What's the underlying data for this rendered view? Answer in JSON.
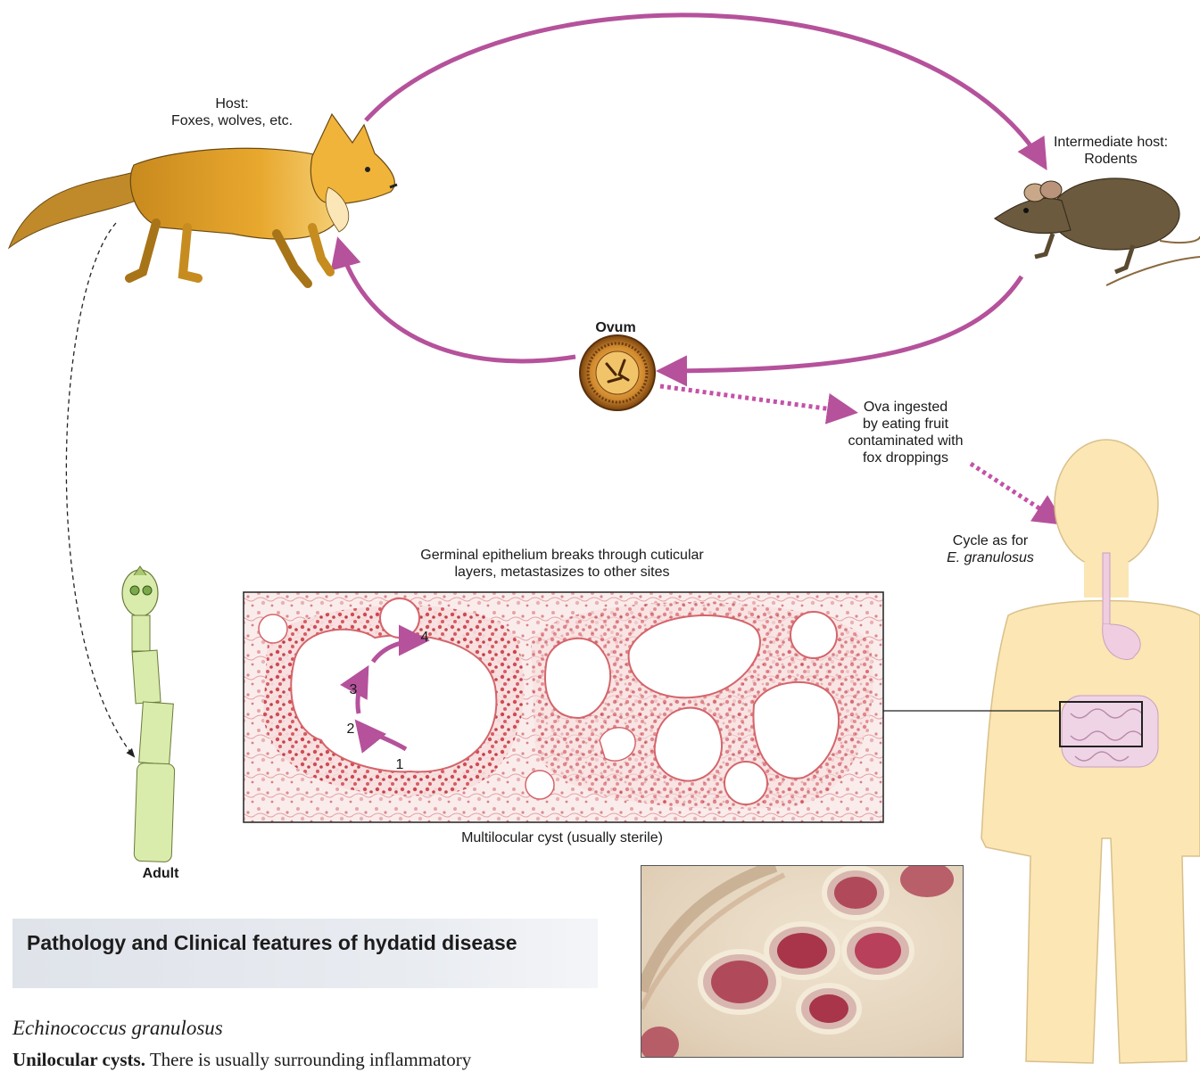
{
  "labels": {
    "host_line1": "Host:",
    "host_line2": "Foxes, wolves, etc.",
    "intermediate_line1": "Intermediate host:",
    "intermediate_line2": "Rodents",
    "ovum": "Ovum",
    "ova_line1": "Ova ingested",
    "ova_line2": "by eating fruit",
    "ova_line3": "contaminated with",
    "ova_line4": "fox droppings",
    "cycle_line1": "Cycle as for",
    "cycle_line2": "E. granulosus",
    "germinal_line1": "Germinal epithelium breaks through cuticular",
    "germinal_line2": "layers, metastasizes to other sites",
    "cyst_caption": "Multilocular cyst (usually sterile)",
    "adult": "Adult",
    "step_1": "1",
    "step_2": "2",
    "step_3": "3",
    "step_4": "4"
  },
  "section": {
    "title": "Pathology and Clinical features of hydatid disease",
    "subheading": "Echinococcus granulosus",
    "body_bold": "Unilocular cysts.",
    "body_text": "There is usually surrounding inflammatory"
  },
  "colors": {
    "cycle_arrow": "#b5529b",
    "fox": "#e6a62c",
    "rodent": "#6b5a3e",
    "human": "#fbe6b4",
    "tissue": "#c9303a",
    "worm": "#d9ecac"
  }
}
